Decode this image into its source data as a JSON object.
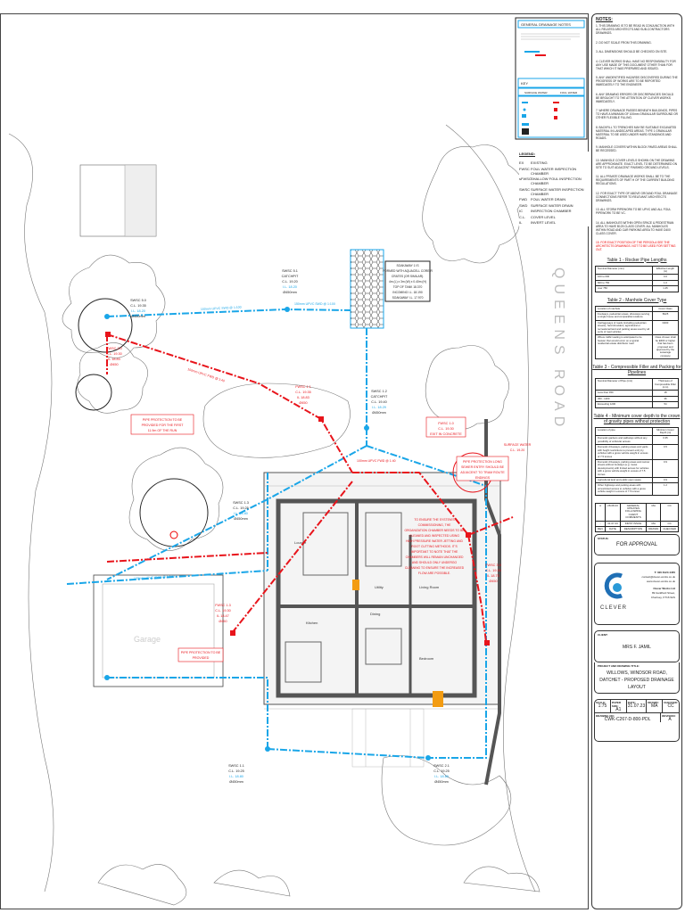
{
  "legend_box": {
    "title": "GENERAL DRAINAGE NOTES",
    "key_title": "KEY",
    "surface_water": "SURFACE WATER",
    "foul_water": "FOUL WATER"
  },
  "legend": {
    "title": "LEGEND:",
    "items": [
      {
        "code": "EX",
        "desc": "EXISTING"
      },
      {
        "code": "FWSC",
        "desc": "FOUL WATER INSPECTION CHAMBER"
      },
      {
        "code": "sFWSC",
        "desc": "SHALLOW FOUL INSPECTION CHAMBER"
      },
      {
        "code": "SWSC",
        "desc": "SURFACE WATER INSPECTION CHAMBER"
      },
      {
        "code": "FWD",
        "desc": "FOUL WATER DRAIN"
      },
      {
        "code": "SWD",
        "desc": "SURFACE WATER DRAIN"
      },
      {
        "code": "IC",
        "desc": "INSPECTION CHAMBER"
      },
      {
        "code": "C.L.",
        "desc": "COVER LEVEL"
      },
      {
        "code": "IL",
        "desc": "INVERT LEVEL"
      }
    ]
  },
  "drawing": {
    "road_name": "QUEENS ROAD",
    "soakaway": [
      "SOAKAWAY 1 IS",
      "FORMED WITH AQUACELL CORE-R",
      "CRATES (OR SIMILAR).",
      "4m (L) x 3m (W) x 0.40m (H)",
      "TOP OF TANK 18.370",
      "INCOMING I.L. 18.190",
      "SOAKAWAY I.L. 17.970"
    ],
    "chambers": {
      "swsc51": [
        "SWSC 5.1",
        "CATCHPIT",
        "C.L. 19.20",
        "I.L. 18.20",
        "Ø450mm"
      ],
      "swsc12": [
        "SWSC 1.2",
        "CATCHPIT",
        "C.L. 19.40",
        "I.L. 18.29",
        "Ø450mm"
      ],
      "swsc50": [
        "SWSC 5.0",
        "C.L. 19.35",
        "I.L. 18.20",
        "Ø450mm"
      ],
      "fwsc20": [
        "FWSC 2.0",
        "C.L. 19.30",
        "IL 18.83",
        "Ø450"
      ],
      "fwsc11": [
        "FWSC 1.1",
        "C.L. 19.35",
        "IL 18.83",
        "Ø450"
      ],
      "fwsc13": [
        "FWSC 1.3",
        "C.L. 19.30",
        "IL 18.47",
        "Ø450"
      ],
      "fwsc10": [
        "FWSC 1.0",
        "C.L. 19.30",
        "EXIT IN CONCRETE"
      ],
      "swsc11": [
        "SWSC 1.1",
        "C.L. 19.25",
        "I.L. 18.80",
        "Ø450mm"
      ],
      "swsc21": [
        "SWSC 2.1",
        "C.L. 19.25",
        "I.L. 18.80",
        "Ø450mm"
      ],
      "swsc13": [
        "SWSC 1.3",
        "C.L. 19.25",
        "I.L. 18.80",
        "Ø450mm"
      ],
      "fwsc30": [
        "FWSC 3.0",
        "C.L. 19.30",
        "IL 18.75",
        "Ø450"
      ]
    },
    "pipe_labels": {
      "p1": "150mm UPVC SWD @ 1:100",
      "p2": "100mm UPVC FWD @ 1:40",
      "p3": "150mm UPVC SWD @ 1:100",
      "p4": "100mm UPVC FWD @ 1:40",
      "p5": "150mm UPVC SWD @ 1:100"
    },
    "notes": {
      "pipe_protection_1": [
        "PIPE PROTECTION TO BE",
        "PROVIDED FOR THE FIRST",
        "11.9m OF THE RUN"
      ],
      "pipe_protection_2": [
        "PIPE PROTECTION TO BE",
        "PROVIDED"
      ],
      "sewer_entry": [
        "PIPE PROTECTION LONG",
        "SEWER ENTRY SHOULD BE",
        "ADJACENT TO TRAM ROUTE",
        "ENDINGS"
      ],
      "commissioning": [
        "TO ENSURE THE SYSTEM'S",
        "COMMISSIONING, THE",
        "ORGANIZATION CHAMBER NEEDS TO BE",
        "CLEANED AND INSPECTED USING",
        "HIGH PRESSURE WATER JETTING AND",
        "ROOT CUTTING METHODS. IT'S",
        "IMPORTANT TO NOTE THAT THE",
        "CHAMBERS WILL REMAIN UNCHANGED",
        "AND SHOULD ONLY UNDERGO",
        "CLEANING TO ENSURE THE INCREASED",
        "FLOW ARE POSSIBLE."
      ],
      "surface_water_exit": [
        "SURFACE WATER",
        "C.L. 19.20"
      ]
    },
    "rooms": [
      "Kitchen",
      "Dining",
      "Living Room",
      "Utility",
      "Lounge",
      "Bedroom",
      "Garage"
    ]
  },
  "panel": {
    "notes_title": "NOTES:",
    "notes": [
      "1. THIS DRAWING IS TO BE READ IN CONJUNCTION WITH ALL RELATED ARCHITECTS AND SUB-CONTRACTORS DRAWINGS.",
      "2. DO NOT SCALE FROM THIS DRAWING.",
      "3. ALL DIMENSIONS SHOULD BE CHECKED ON SITE.",
      "4. CLEVER WORKS SHALL HAVE NO RESPONSIBILITY FOR ANY USE MADE OF THIS DOCUMENT OTHER THAN FOR THAT WHICH IT WAS PREPARED AND ISSUED.",
      "5. ANY UNIDENTIFIED HAZARDS DISCOVERED DURING THE PROGRESS OF WORKS ARE TO BE REPORTED IMMEDIATELY TO THE ENGINEER.",
      "6. ANY DRAWING ERRORS OR DISCREPANCIES SHOULD BE BROUGHT TO THE ATTENTION OF CLEVER WORKS IMMEDIATELY.",
      "7. WHERE DRAINAGE PASSES BENEATH BUILDINGS, PIPES TO HAVE A MINIMUM OF 100mm GRANULAR SURROUND OR OTHER FLEXIBLE FILLING.",
      "8. BACKFILL TO TRENCHES MAY BE SUITABLE EXCAVATED MATERIAL IN LANDSCAPED AREAS. TYPE 1 GRANULAR MATERIAL TO BE USED UNDER HARD STANDINGS AND ROADS.",
      "9. MANHOLE COVERS WITHIN BLOCK PAVED AREAS SHALL BE RECESSED.",
      "10. MANHOLE COVER LEVELS SHOWN ON THE DRAWING ARE APPROXIMATE. EXACT LEVEL TO BE DETERMINED ON SITE TO SUIT ADJACENT FINISHED GROUND LEVELS.",
      "11. ALL PRIVATE DRAINAGE WORKS SHALL BE TO THE REQUIREMENTS OF PART H OF THE CURRENT BUILDING REGULATIONS.",
      "12. FOR EXACT TYPE OF ABOVE GROUND FOUL DRAINAGE CONNECTIONS REFER TO RELEVANT ARCHITECTS DRAWINGS.",
      "13. ALL STORM PIPEWORK TO BE UPVC AND ALL FOUL PIPEWORK TO BE VC.",
      "14. ALL MANHOLES WITHIN OPEN SPACE & PEDESTRIAN AREA TO HAVE B125 CLASS COVER. ALL MANHOLES WITHIN ROAD AND CAR PARKING AREA TO HAVE D400 CLASS COVER."
    ],
    "red_note": "15. FOR EXACT POSITION OF THE PERGOLA SEE THE ARCHITECTS DRAWINGS. NOT TO BE USED FOR SETTING OUT.",
    "table1": {
      "title": "Table 1 - Rocker Pipe Lengths",
      "headers": [
        "Nominal Diameter (mm)",
        "Effective Length (m)"
      ],
      "rows": [
        [
          "100 to 600",
          "0.6"
        ],
        [
          "600 to 750",
          "1.0"
        ],
        [
          "over 750",
          "1.25"
        ]
      ]
    },
    "table2": {
      "title": "Table 2 - Manhole Cover Type",
      "headers": [
        "Location of manhole",
        "Cover Class"
      ],
      "rows": [
        [
          "Footways, pedestrian areas, driveways serving a single house and comparable locations",
          "B125"
        ],
        [
          "Carriageways of roads (including pedestrian streets), hard shoulders, agricultural or recreational land and parking areas used by all sorts of road vehicles",
          "D400"
        ],
        [
          "Where traffic loading is anticipated to be heavier than would occur on a typical residential estate distributor road",
          "Class chosen shall be E600 or higher that has been proposed and approved by the sewerage company"
        ]
      ]
    },
    "table3": {
      "title": "Table 3 - Compressible Filler and Packing for Pipelines",
      "headers": [
        "Nominal Diameter of Pipe (mm)",
        "Thickness of Compressible Filler (mm)"
      ],
      "rows": [
        [
          "Less than 450",
          "18"
        ],
        [
          "450 - 1200",
          "36"
        ],
        [
          "Exceeding 1200",
          "54"
        ]
      ]
    },
    "table4": {
      "title": "Table 4 - Minimum cover depth to the crown of gravity pipes without protection",
      "headers": [
        "Location of pipe",
        "Minimum Cover Depth (m)"
      ],
      "rows": [
        [
          "Domestic gardens and pathways without any possibility of vehicular access",
          "0.35"
        ],
        [
          "Domestic driveways, parking areas and yards with height restrictions to prevent entry by vehicles with a gross vehicle weight in excess of 7.5 tonnes",
          "0.5"
        ],
        [
          "Domestic driveways, parking areas and narrow streets without footways (e.g. mews developments) with limited access for vehicles with a gross vehicle weight in excess of 7.5 tonnes",
          "0.9"
        ],
        [
          "Agricultural land and public open space",
          "0.9"
        ],
        [
          "Other highways and parking areas with unrestricted access to vehicles with a gross vehicle weight in excess of 7.5 tonnes",
          "1.2"
        ]
      ]
    },
    "revisions": {
      "headers": [
        "REV",
        "DATE",
        "DESCRIPTION",
        "DRAWN",
        "CHECKED"
      ],
      "rows": [
        [
          "A",
          "28.08.23",
          "GENERAL UPDATES FOLLOWING CLIENT COMMENTS",
          "MA",
          "CC"
        ],
        [
          "-",
          "31.07.23",
          "FIRST ISSUE",
          "MA",
          "CC"
        ]
      ]
    },
    "status_label": "STATUS:",
    "status": "FOR APPROVAL",
    "company": {
      "brand": "CLEVER",
      "phone": "T: 020 8123 4455",
      "email": "contact@clever-works.co.uk",
      "web": "www.clever-works.co.uk",
      "name": "Clever Works Ltd",
      "address1": "89 Guildford Street,",
      "address2": "Chertsey, KT16 9AS"
    },
    "client_label": "CLIENT:",
    "client": "MRS F. JAMIL",
    "project_label": "PROJECT AND DRAWING TITLE:",
    "project": "WILLOWS, WINDSOR ROAD, DATCHET - PROPOSED DRAINAGE LAYOUT",
    "meta": {
      "scale_label": "SCALE:",
      "scale": "1:75",
      "paper_label": "PAPER SIZE:",
      "paper": "A1",
      "date_label": "DATE:",
      "date": "31.07.23",
      "drawn_label": "DRAWN:",
      "drawn": "MA",
      "checked_label": "CHECKED:",
      "checked": "CC",
      "drawing_no_label": "DRAWING NO:",
      "drawing_no": "CWK-C267-D-800-PDL",
      "revision_label": "REVISION:",
      "revision": "A"
    }
  },
  "colors": {
    "surface_water": "#1aa6e8",
    "foul_water": "#e8141b",
    "building": "#555555",
    "brand": "#1f6fb5"
  }
}
